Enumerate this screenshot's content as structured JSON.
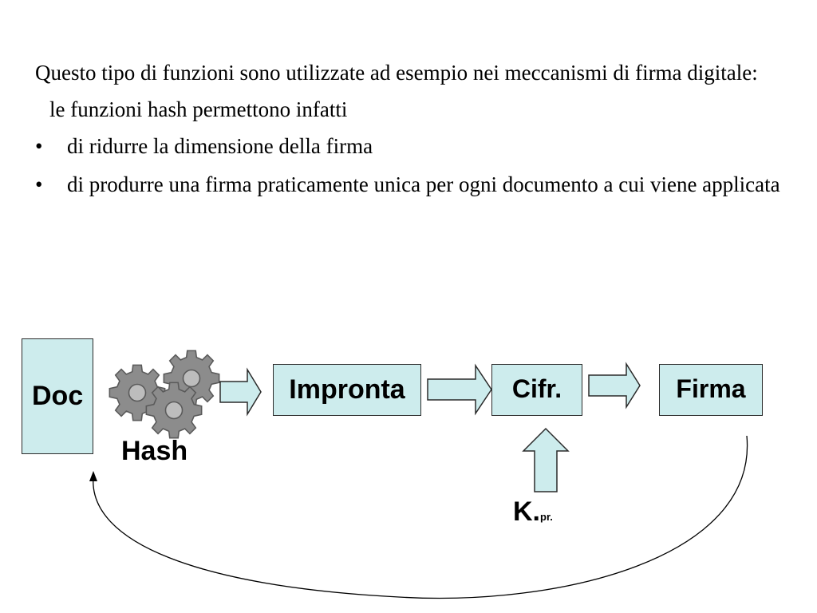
{
  "text": {
    "paragraph1": "Questo tipo di funzioni sono utilizzate ad esempio nei meccanismi di firma digitale:",
    "paragraph2": "le funzioni hash permettono infatti",
    "bullet_char": "•",
    "bullets": [
      "di ridurre la dimensione della firma",
      "di produrre una firma praticamente unica per ogni documento a cui viene applicata"
    ]
  },
  "diagram": {
    "doc": "Doc",
    "hash": "Hash",
    "impronta": "Impronta",
    "cifr": "Cifr.",
    "firma": "Firma",
    "key_main": "K.",
    "key_sub": "pr."
  },
  "colors": {
    "box_fill": "#cdeced",
    "border": "#2b2b2b",
    "gear": "#8c8c8c"
  },
  "icons": [
    "gears-icon",
    "arrow-right-icon",
    "arrow-up-icon"
  ]
}
